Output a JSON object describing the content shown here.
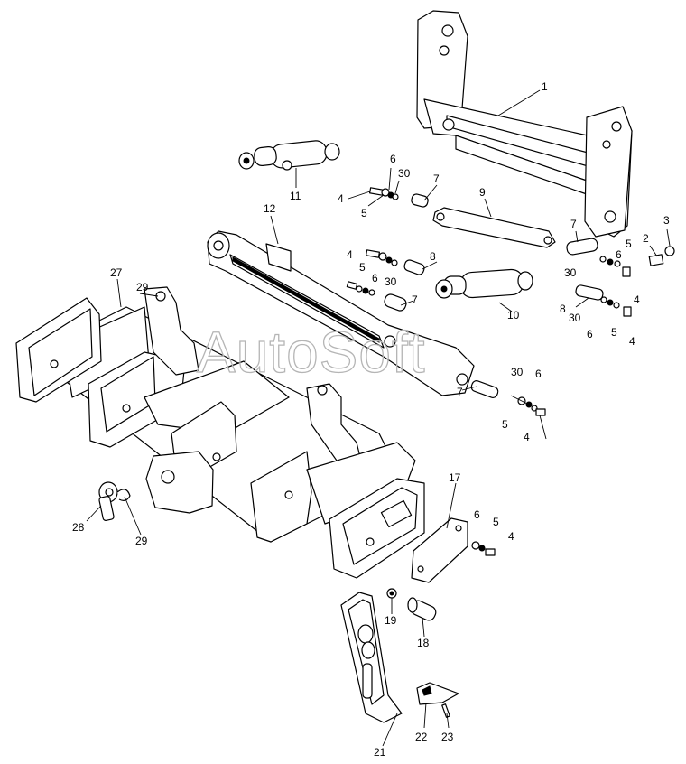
{
  "watermark": "AutoSoft",
  "callouts": [
    "1",
    "2",
    "3",
    "4",
    "5",
    "6",
    "30",
    "7",
    "8",
    "9",
    "10",
    "11",
    "12",
    "27",
    "29",
    "28",
    "17",
    "18",
    "19",
    "21",
    "22",
    "23"
  ]
}
